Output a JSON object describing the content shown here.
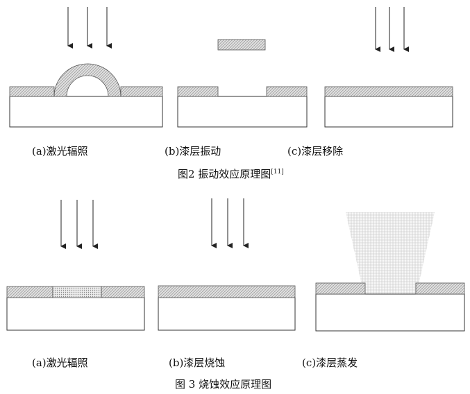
{
  "figure2": {
    "panel_labels": [
      "(a)激光辐照",
      "(b)漆层振动",
      "(c)漆层移除"
    ],
    "caption": "图2  振动效应原理图",
    "citation": "[11]"
  },
  "figure3": {
    "panel_labels": [
      "(a)激光辐照",
      "(b)漆层烧蚀",
      "(c)漆层蒸发"
    ],
    "caption": "图 3  烧蚀效应原理图"
  },
  "colors": {
    "line": "#333333",
    "hatch_fill": "#dcdcdc",
    "dot_fill": "#9a9a9a",
    "vapor_fill": "#bdbdbd"
  }
}
